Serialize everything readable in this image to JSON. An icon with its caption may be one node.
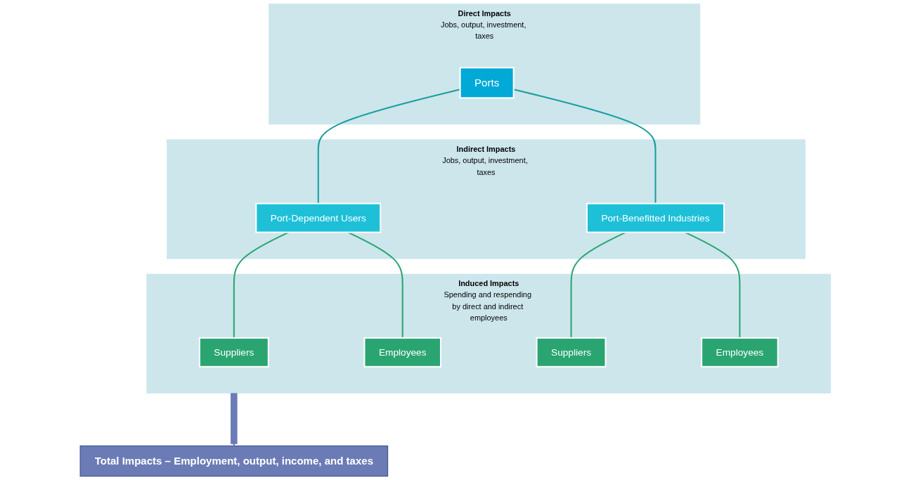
{
  "diagram": {
    "nodes": [
      {
        "text": [
          "Direct Impacts",
          "Jobs, output, investment, taxes"
        ]
      },
      {
        "text": [
          "Ports"
        ],
        "in": 0
      },
      {
        "text": [
          "Indirect Impacts",
          "Jobs, output, investment, taxes"
        ]
      },
      {
        "text": [
          "Port-Dependent Users"
        ],
        "in": 2
      },
      {
        "text": [
          "Port-Benefitted Industries"
        ],
        "in": 2
      },
      {
        "text": [
          "Induced Impacts",
          "Spending and respending by direct and indirect employees"
        ]
      },
      {
        "text": [
          "Suppliers"
        ],
        "in": 5
      },
      {
        "text": [
          "Employees"
        ],
        "in": 5
      },
      {
        "text": [
          "Suppliers"
        ],
        "in": 5
      },
      {
        "text": [
          "Employees"
        ],
        "in": 5
      },
      {
        "text": [
          "Total Impacts – Employment, output, income, and taxes"
        ]
      }
    ],
    "edges": [
      {
        "from": 1,
        "to": 3,
        "arrow": "none",
        "color": "#1a9e9e"
      },
      {
        "from": 1,
        "to": 4,
        "arrow": "none",
        "color": "#1a9e9e"
      },
      {
        "from": 3,
        "to": 6,
        "arrow": "none"
      },
      {
        "from": 3,
        "to": 7,
        "arrow": "none"
      },
      {
        "from": 4,
        "to": 8,
        "arrow": "none"
      },
      {
        "from": 4,
        "to": 9,
        "arrow": "none"
      },
      {
        "from": 5,
        "to": 10,
        "arrow": "to",
        "style": "thick",
        "color": "#6b7bb5"
      }
    ]
  }
}
